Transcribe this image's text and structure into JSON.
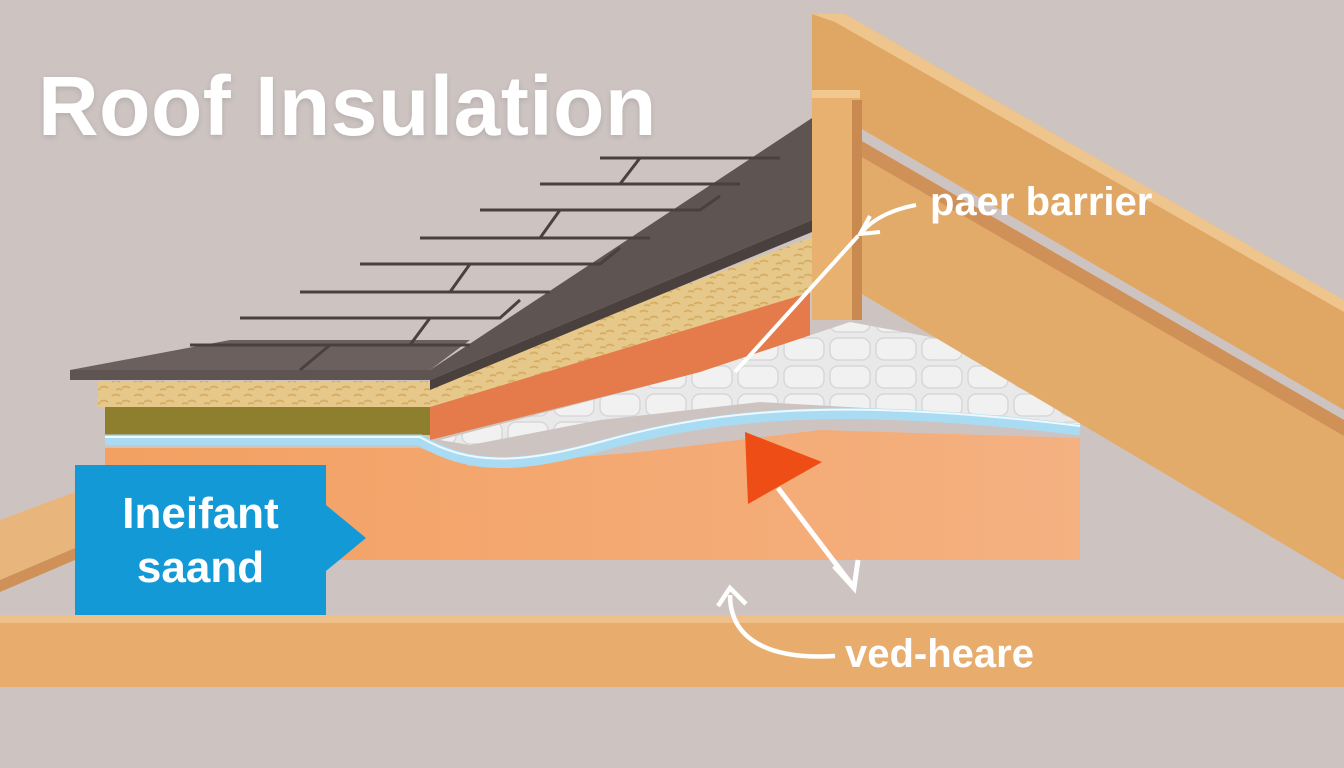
{
  "title": "Roof Insulation",
  "labels": {
    "vapor_barrier": "paer barrier",
    "callout": "Ineifant\nsaand",
    "vent": "ved-heare"
  },
  "colors": {
    "background": "#cdc4c2",
    "shingles": "#5e5452",
    "shingle_edge": "#4a403e",
    "insulation_fibre": "#e6c88a",
    "orange_layer": "#e57a4a",
    "foam_layer": "#f2a468",
    "membrane_blue": "#a9dcf2",
    "timber": "#e0a764",
    "timber_light": "#efc58e",
    "ceiling_beam": "#e8ad6c",
    "callout_blue": "#139ad6",
    "airflow_arrow": "#ee4d16"
  },
  "icons": {
    "vapor_pointer": "curved-arrow-icon",
    "airflow": "triangle-arrow-icon",
    "vent": "curved-arrow-icon"
  }
}
